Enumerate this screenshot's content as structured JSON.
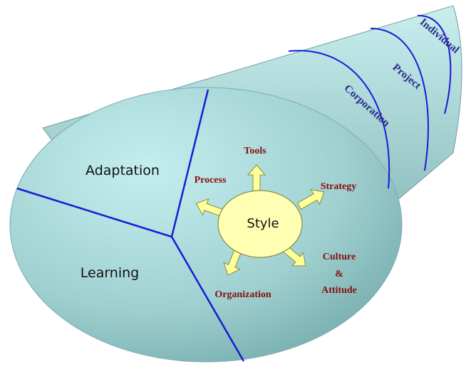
{
  "sectors": {
    "adaptation": "Adaptation",
    "learning": "Learning"
  },
  "levels": {
    "corporation": "Corporation",
    "project": "Project",
    "individual": "Individual"
  },
  "core": "Style",
  "facets": {
    "tools": "Tools",
    "process": "Process",
    "strategy": "Strategy",
    "culture_line1": "Culture",
    "culture_line2": "&",
    "culture_line3": "Attitude",
    "organization": "Organization"
  },
  "colors": {
    "cone_light": "#c3ecec",
    "cone_dark": "#5e9898",
    "divider": "#1a1ad6",
    "core_fill": "#ffffb4",
    "arrow_fill": "#ffff9a",
    "facet_text": "#8b0d0d",
    "level_text": "#2a2a8c"
  }
}
